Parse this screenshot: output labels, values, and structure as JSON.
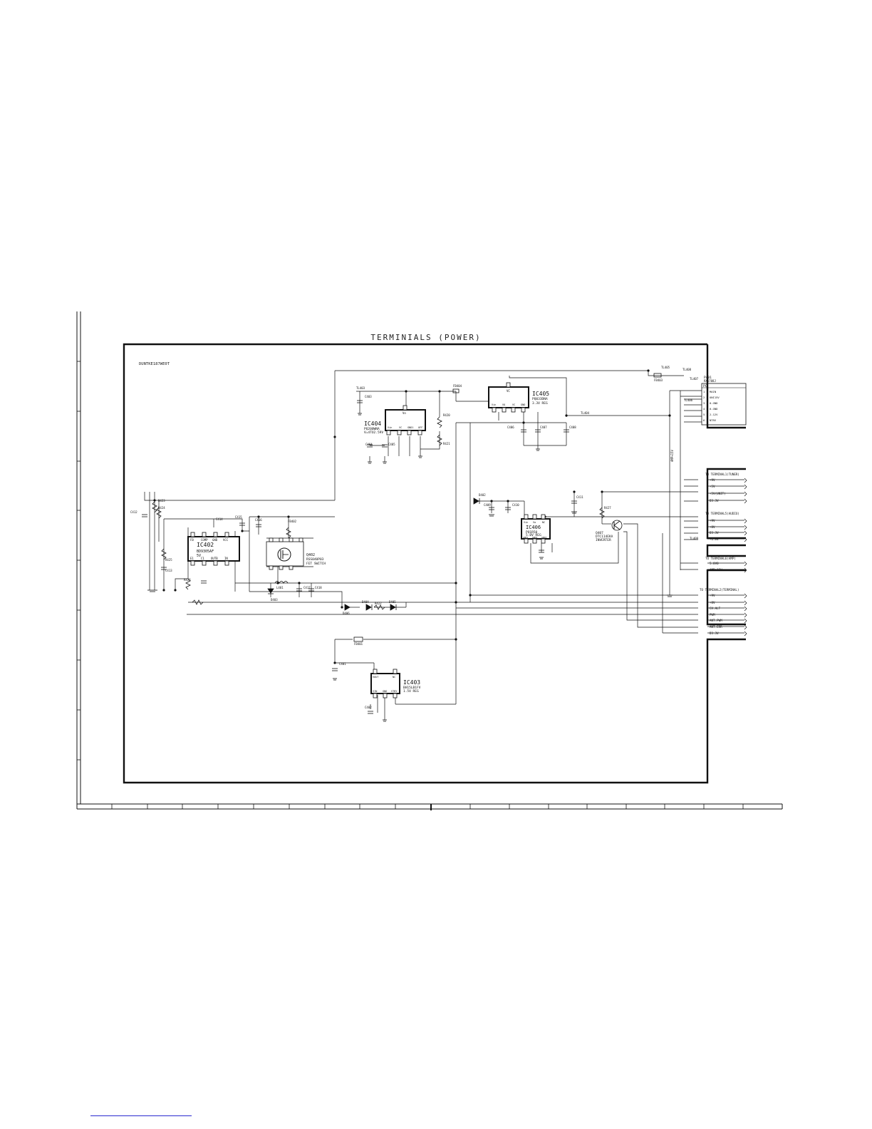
{
  "sheet": {
    "title": "TERMINIALS (POWER)",
    "doc_number": "DUNTKE187WE0T"
  },
  "ics": [
    {
      "ref": "IC402",
      "part": "BD9305AF",
      "desc": "5V",
      "pins_top": [
        "FB",
        "COMP",
        "GND",
        "VCC"
      ],
      "pins_bottom": [
        "E1",
        "C1",
        "OUTB",
        "IN"
      ]
    },
    {
      "ref": "IC404",
      "part": "PQ200WNA",
      "desc": "V=4TO2.59V",
      "pins_top": [
        "Vo"
      ],
      "pins_bottom": [
        "Vin",
        "VC",
        "GND1",
        "OFF"
      ]
    },
    {
      "ref": "IC405",
      "part": "PQ033DNA",
      "desc": "3.3V REG",
      "pins_top": [
        "VC"
      ],
      "pins_bottom": [
        "Vin",
        "VO",
        "VC",
        "GND"
      ]
    },
    {
      "ref": "IC406",
      "part": "PQ1R50",
      "desc": "5.0V REG",
      "pins_top": [
        "Vin",
        "Vo",
        "NC"
      ],
      "pins_bottom": [
        "GND1",
        "GND2",
        "GND3"
      ]
    },
    {
      "ref": "IC403",
      "part": "BH15LB1FV",
      "desc": "1.5V REG",
      "pins_top": [
        "VOUT",
        "NC"
      ],
      "pins_bottom": [
        "VIN",
        "GND",
        "STBY"
      ]
    }
  ],
  "transistors": [
    {
      "ref": "Q402",
      "part": "RSS040P03",
      "desc": "FET SWITCH"
    },
    {
      "ref": "Q407",
      "part": "DTC114EKA",
      "desc": "INVERTER"
    }
  ],
  "connector": {
    "ref": "P401",
    "part": "RX1708J",
    "label": "PC",
    "pins": [
      {
        "num": "1",
        "name": "MAIN"
      },
      {
        "num": "2",
        "name": "UNI15V"
      },
      {
        "num": "3",
        "name": "0-GND"
      },
      {
        "num": "4",
        "name": "0-GND"
      },
      {
        "num": "5",
        "name": "2-12V"
      },
      {
        "num": "6",
        "name": "NTRV"
      }
    ]
  },
  "sections": [
    {
      "title": "TO TERMINAL1(TUNER)",
      "signals": [
        "+9V",
        "+5V",
        "+5V(UNIT)",
        "D3.3V"
      ]
    },
    {
      "title": "TO TERMINAL5(AUDIO)",
      "signals": [
        "+9V",
        "+8V",
        "D3.3V",
        "+1.8V"
      ]
    },
    {
      "title": "TO TERMINAL6(AMP)",
      "signals": [
        "5.0V0",
        "AMP+15V"
      ]
    },
    {
      "title": "TO TERMINAL2(TERMINAL)",
      "signals": [
        "+9V",
        "+8V",
        "CH.ALT",
        "PWM",
        "ANT.PWM",
        "ANT.ERR",
        "D3.3V"
      ]
    }
  ],
  "labels": {
    "tl403": "TL403",
    "tl404": "TL404",
    "tl405": "TL405",
    "tl406": "TL406",
    "tl407": "TL407",
    "tl408": "TL408",
    "tl409": "TL409",
    "fb401": "FB401",
    "fb402": "FB402",
    "fb403": "FB403",
    "fb404": "FB404",
    "d402": "D402",
    "d403": "D403",
    "d404": "D404",
    "d405": "D405",
    "d406": "D406",
    "l401": "L401",
    "r420": "R420",
    "r421": "R421",
    "r422": "R422",
    "r423": "R423",
    "r424": "R424",
    "r425": "R425",
    "r426": "R426",
    "r427": "R427",
    "c401": "C401",
    "c402": "C402",
    "c403": "C403",
    "c404": "C404",
    "c405": "C405",
    "c406": "C406",
    "c407": "C407",
    "c408": "C408",
    "c409": "C409",
    "c410": "C410",
    "c411": "C411",
    "c412": "C412",
    "c413": "C413",
    "c414": "C414",
    "c415": "C415",
    "c416": "C416",
    "c417": "C417",
    "c418": "C418",
    "bus_label": "AMP+15V"
  }
}
